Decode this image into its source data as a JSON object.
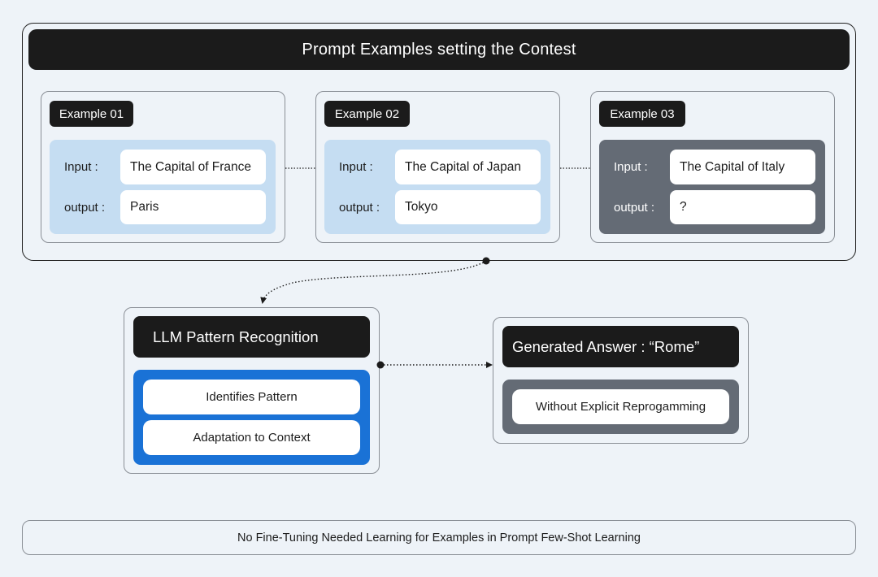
{
  "header": {
    "title": "Prompt Examples setting the Contest"
  },
  "examples": [
    {
      "tag": "Example 01",
      "input_label": "Input :",
      "input_value": "The Capital of France",
      "output_label": "output :",
      "output_value": "Paris"
    },
    {
      "tag": "Example 02",
      "input_label": "Input :",
      "input_value": "The Capital of Japan",
      "output_label": "output :",
      "output_value": "Tokyo"
    },
    {
      "tag": "Example 03",
      "input_label": "Input :",
      "input_value": "The Capital of Italy",
      "output_label": "output :",
      "output_value": "?"
    }
  ],
  "llm": {
    "title": "LLM Pattern Recognition",
    "steps": [
      "Identifies Pattern",
      "Adaptation to Context"
    ]
  },
  "answer": {
    "title": "Generated Answer : “Rome”",
    "note": "Without Explicit Reprogamming"
  },
  "footer": {
    "text": "No Fine-Tuning Needed Learning for Examples in Prompt Few-Shot Learning"
  },
  "colors": {
    "dark": "#1b1b1b",
    "light_blue_panel": "#c5ddf2",
    "slate_panel": "#646b75",
    "bright_blue": "#1a72d6",
    "background": "#eef3f8"
  }
}
